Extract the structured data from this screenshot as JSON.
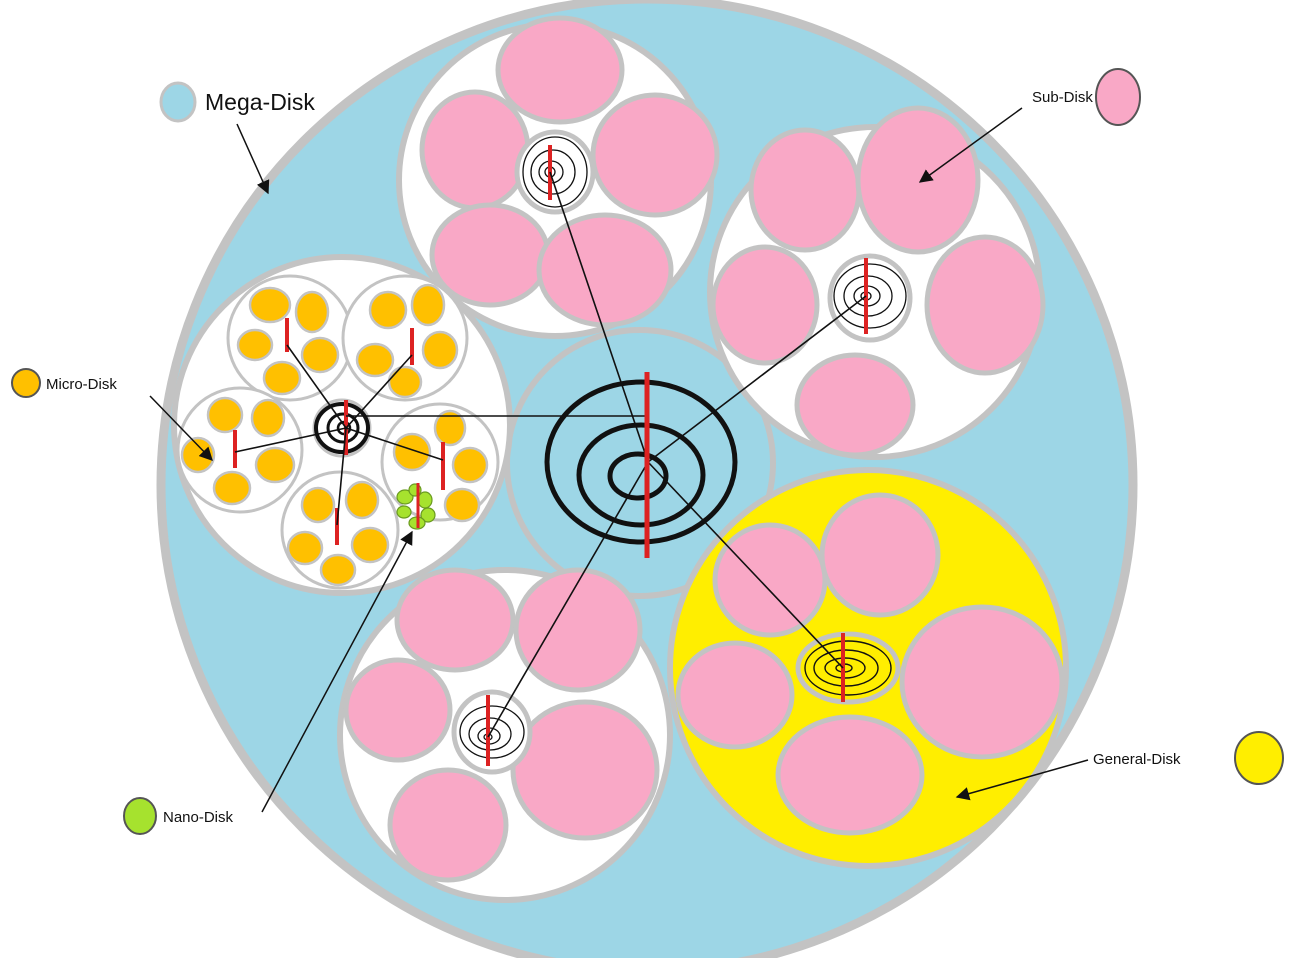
{
  "legend": {
    "mega_disk": {
      "label": "Mega-Disk",
      "swatch_color": "#9dd6e6"
    },
    "sub_disk": {
      "label": "Sub-Disk",
      "swatch_color": "#f9a8c6"
    },
    "micro_disk": {
      "label": "Micro-Disk",
      "swatch_color": "#ffc000"
    },
    "nano_disk": {
      "label": "Nano-Disk",
      "swatch_color": "#a6e22e"
    },
    "general_disk": {
      "label": "General-Disk",
      "swatch_color": "#ffee00"
    }
  },
  "colors": {
    "outline": "#c3c3c3",
    "mega_fill": "#9dd6e6",
    "sub_fill": "#f9a8c6",
    "micro_fill": "#ffc000",
    "nano_fill": "#a6e22e",
    "general_fill": "#ffee00",
    "axis_red": "#dd2222",
    "ring_black": "#111111"
  }
}
